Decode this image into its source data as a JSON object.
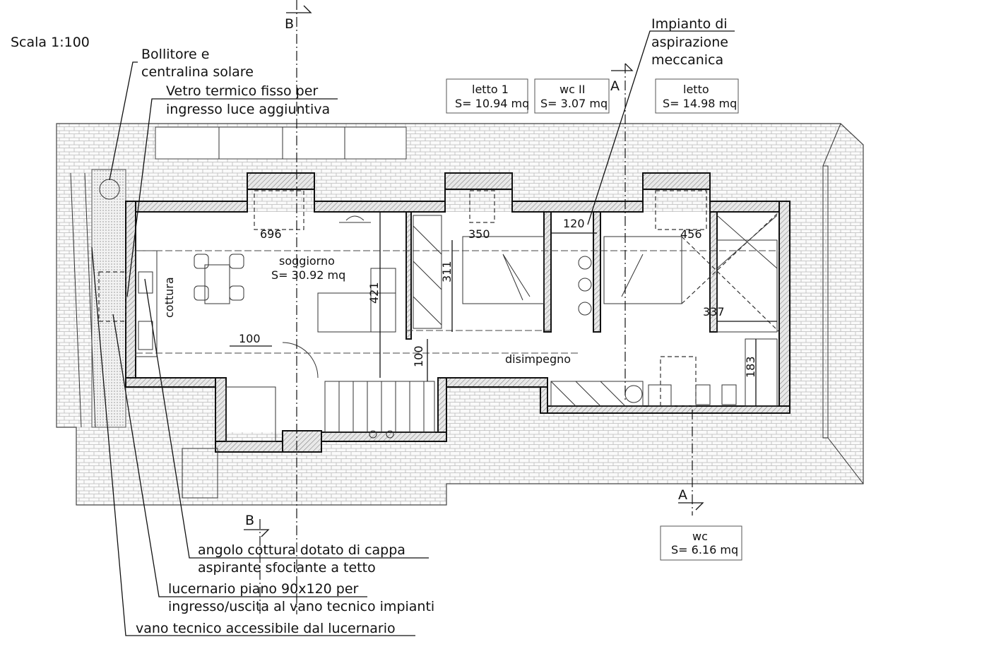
{
  "scale": "Scala 1:100",
  "annotations": {
    "boiler": [
      "Bollitore e",
      "centralina solare"
    ],
    "glass": [
      "Vetro termico fisso per",
      "ingresso luce aggiuntiva"
    ],
    "ventilation": [
      "Impianto di",
      "aspirazione",
      "meccanica"
    ],
    "kitchen_hood": [
      "angolo cottura dotato di cappa",
      "aspirante sfociante a tetto"
    ],
    "skylight": [
      "lucernario piano 90x120 per",
      "ingresso/uscita al vano tecnico impianti"
    ],
    "tech_room": "vano tecnico accessibile dal lucernario"
  },
  "room_boxes": [
    {
      "name": "letto 1",
      "area": "S= 10.94 mq"
    },
    {
      "name": "wc II",
      "area": "S= 3.07 mq"
    },
    {
      "name": "letto",
      "area": "S= 14.98 mq"
    },
    {
      "name": "wc",
      "area": "S= 6.16 mq"
    }
  ],
  "rooms": {
    "living": "soggiorno",
    "living_area": "S= 30.92 mq",
    "kitchen": "cottura",
    "hall": "disimpegno"
  },
  "sections": {
    "b": "B",
    "a": "A"
  },
  "dimensions": [
    "696",
    "350",
    "120",
    "456",
    "311",
    "421",
    "100",
    "100",
    "337",
    "183"
  ]
}
